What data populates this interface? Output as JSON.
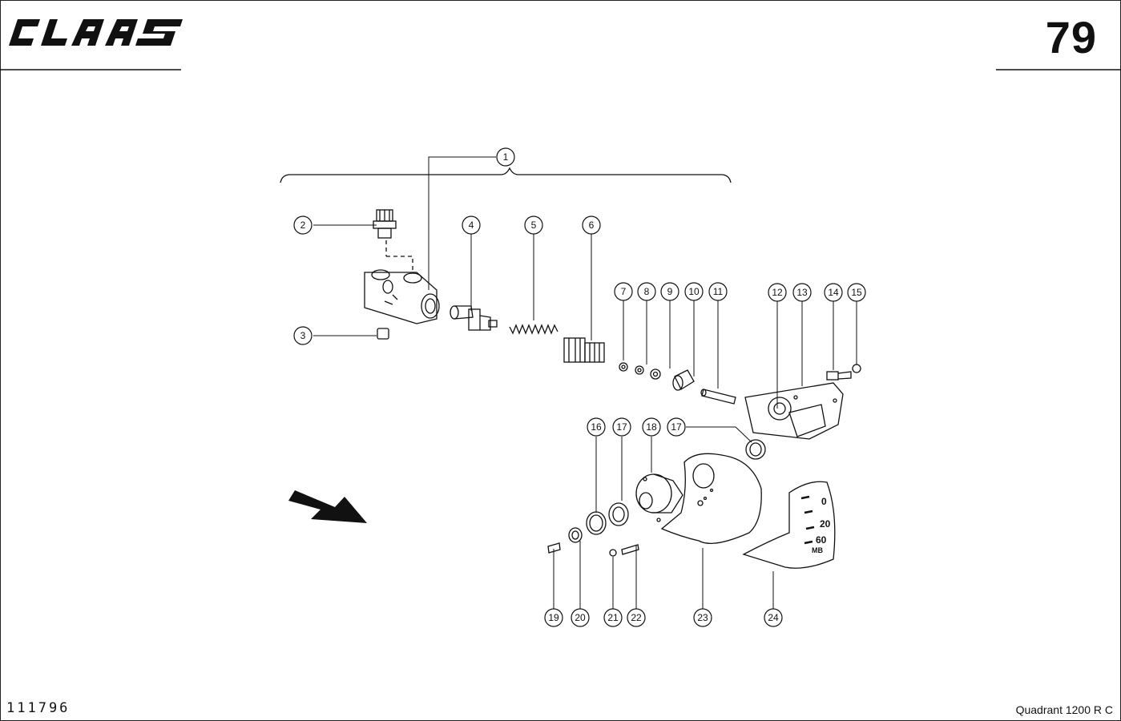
{
  "header": {
    "brand": "CLAAS",
    "page_number": "79"
  },
  "footer": {
    "doc_id": "111796",
    "model": "Quadrant  1200 R C"
  },
  "diagram": {
    "callouts": [
      {
        "key": "c1",
        "label": "1"
      },
      {
        "key": "c2",
        "label": "2"
      },
      {
        "key": "c3",
        "label": "3"
      },
      {
        "key": "c4",
        "label": "4"
      },
      {
        "key": "c5",
        "label": "5"
      },
      {
        "key": "c6",
        "label": "6"
      },
      {
        "key": "c7",
        "label": "7"
      },
      {
        "key": "c8",
        "label": "8"
      },
      {
        "key": "c9",
        "label": "9"
      },
      {
        "key": "c10",
        "label": "10"
      },
      {
        "key": "c11",
        "label": "11"
      },
      {
        "key": "c12",
        "label": "12"
      },
      {
        "key": "c13",
        "label": "13"
      },
      {
        "key": "c14",
        "label": "14"
      },
      {
        "key": "c15",
        "label": "15"
      },
      {
        "key": "c16",
        "label": "16"
      },
      {
        "key": "c17a",
        "label": "17"
      },
      {
        "key": "c18",
        "label": "18"
      },
      {
        "key": "c17b",
        "label": "17"
      },
      {
        "key": "c19",
        "label": "19"
      },
      {
        "key": "c20",
        "label": "20"
      },
      {
        "key": "c21",
        "label": "21"
      },
      {
        "key": "c22",
        "label": "22"
      },
      {
        "key": "c23",
        "label": "23"
      },
      {
        "key": "c24",
        "label": "24"
      }
    ],
    "dial_scale": {
      "mark_0": "0",
      "mark_20": "20",
      "mark_60": "60",
      "unit": "MB"
    }
  }
}
